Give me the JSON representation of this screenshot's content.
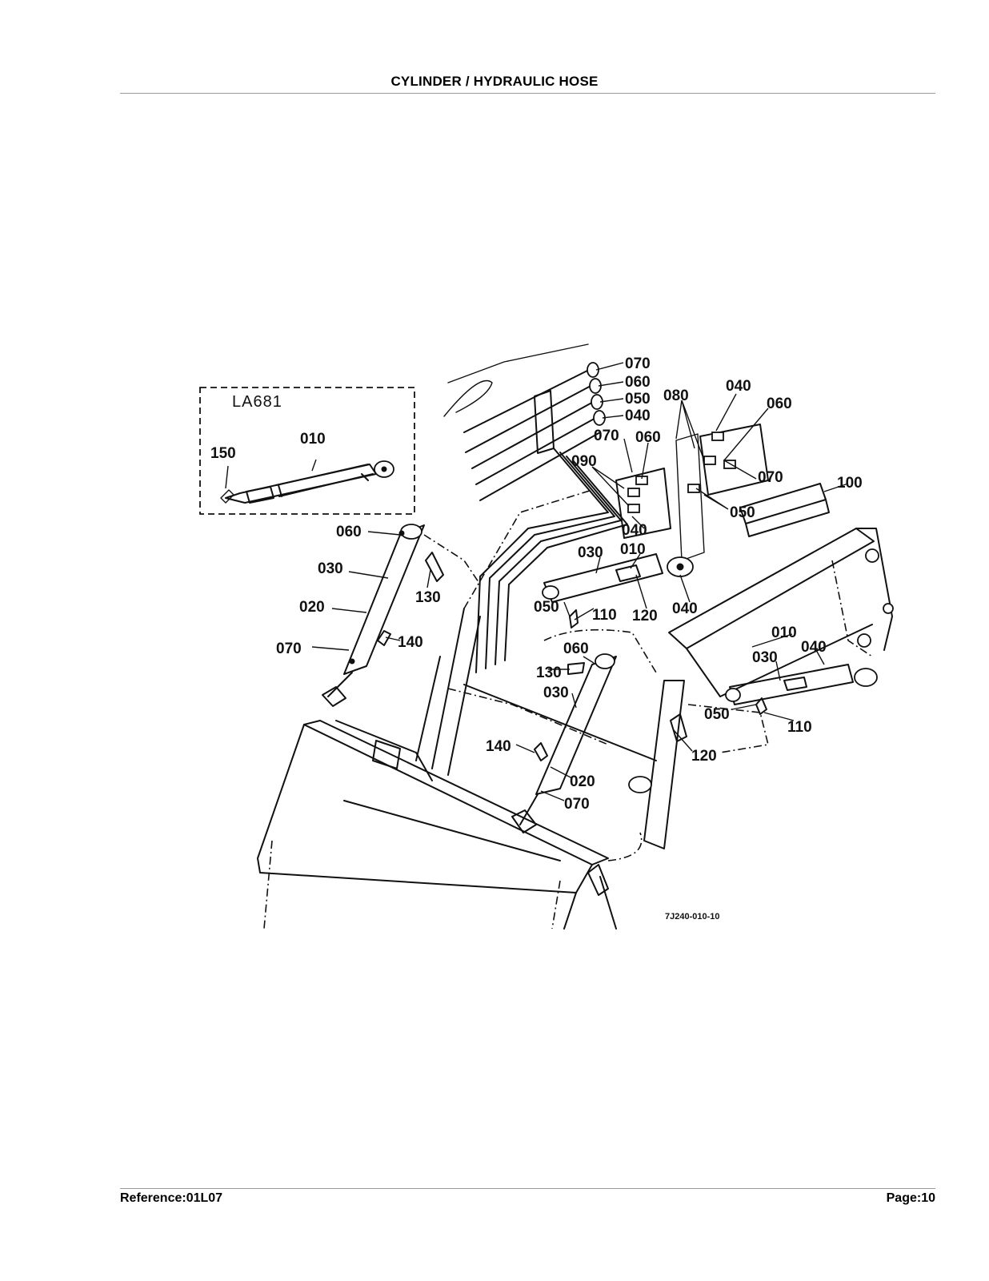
{
  "header": {
    "title": "CYLINDER / HYDRAULIC HOSE"
  },
  "footer": {
    "reference": "Reference:01L07",
    "page": "Page:10"
  },
  "diagram": {
    "inset_label": "LA681",
    "drawing_code": "7J240-010-10",
    "callouts": [
      "070",
      "060",
      "050",
      "040",
      "080",
      "040",
      "060",
      "070",
      "060",
      "090",
      "070",
      "100",
      "050",
      "040",
      "010",
      "150",
      "060",
      "030",
      "020",
      "070",
      "130",
      "140",
      "030",
      "010",
      "050",
      "110",
      "120",
      "040",
      "060",
      "130",
      "030",
      "140",
      "020",
      "070",
      "010",
      "040",
      "030",
      "050",
      "110",
      "120"
    ]
  }
}
